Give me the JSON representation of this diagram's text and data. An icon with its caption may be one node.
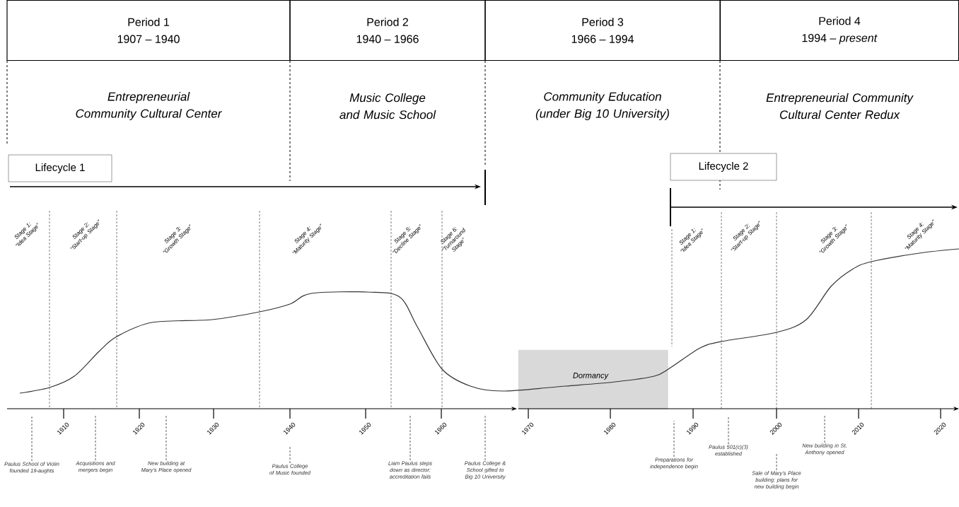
{
  "diagram": {
    "nodes": [
      {
        "text": [
          "Period 1",
          "1907 – 1940"
        ]
      },
      {
        "text": [
          "Period 2",
          "1940 – 1966"
        ]
      },
      {
        "text": [
          "Period 3",
          "1966 – 1994"
        ]
      },
      {
        "text": [
          "Period 4",
          "1994 – *present*"
        ]
      },
      {
        "text": [
          "Lifecycle 1"
        ]
      },
      {
        "text": [
          "Lifecycle 2"
        ]
      },
      {
        "text": [
          "Dormancy"
        ]
      },
      {
        "text": [
          "Paulus School of Violin founded 19-aughts"
        ]
      },
      {
        "text": [
          "Acquisitions and mergers begin"
        ]
      },
      {
        "text": [
          "New building at Mary’s Place opened"
        ]
      },
      {
        "text": [
          "Paulus College of Music founded"
        ]
      },
      {
        "text": [
          "Liam Paulus steps down as director; accreditation fails"
        ]
      },
      {
        "text": [
          "Paulus College & School gifted to Big 10 University"
        ]
      },
      {
        "text": [
          "Preparations for independence begin"
        ]
      },
      {
        "text": [
          "Paulus 501(c)(3) established"
        ]
      },
      {
        "text": [
          "Sale of Mary’s Place building; plans for new building begin"
        ]
      },
      {
        "text": [
          "New building in St. Anthony opened"
        ]
      }
    ],
    "edges": [
      {
        "from": 7,
        "to": null,
        "arrow": "none",
        "style": "dashed"
      },
      {
        "from": 8,
        "to": null,
        "arrow": "none",
        "style": "dashed"
      },
      {
        "from": 9,
        "to": null,
        "arrow": "none",
        "style": "dashed"
      },
      {
        "from": 10,
        "to": null,
        "arrow": "none",
        "style": "dashed"
      },
      {
        "from": 11,
        "to": null,
        "arrow": "none",
        "style": "dashed"
      },
      {
        "from": 12,
        "to": null,
        "arrow": "none",
        "style": "dashed"
      },
      {
        "from": 13,
        "to": null,
        "arrow": "none",
        "style": "dashed"
      },
      {
        "from": 14,
        "to": null,
        "arrow": "none",
        "style": "dashed"
      },
      {
        "from": 15,
        "to": null,
        "arrow": "none",
        "style": "dashed"
      },
      {
        "from": 16,
        "to": null,
        "arrow": "none",
        "style": "dashed"
      }
    ],
    "labels": [
      "Entrepreneurial Community Cultural Center",
      "Music College and Music School",
      "Community Education (under Big 10 University)",
      "Entrepreneurial Community Cultural Center Redux",
      "Stage 1: “Idea Stage”",
      "Stage 2: “Start-up Stage”",
      "Stage 3: “Growth Stage”",
      "Stage 4: “Maturity Stage”",
      "Stage 5: “Decline Stage”",
      "Stage 6: “Turnaround Stage”",
      "Stage 1: “Idea Stage”",
      "Stage 2: “Start-up Stage”",
      "Stage 3: “Growth Stage”",
      "Stage 4: “Maturity Stage”",
      "1910",
      "1920",
      "1930",
      "1940",
      "1950",
      "1960",
      "1970",
      "1980",
      "1990",
      "2000",
      "2010",
      "2020"
    ]
  }
}
